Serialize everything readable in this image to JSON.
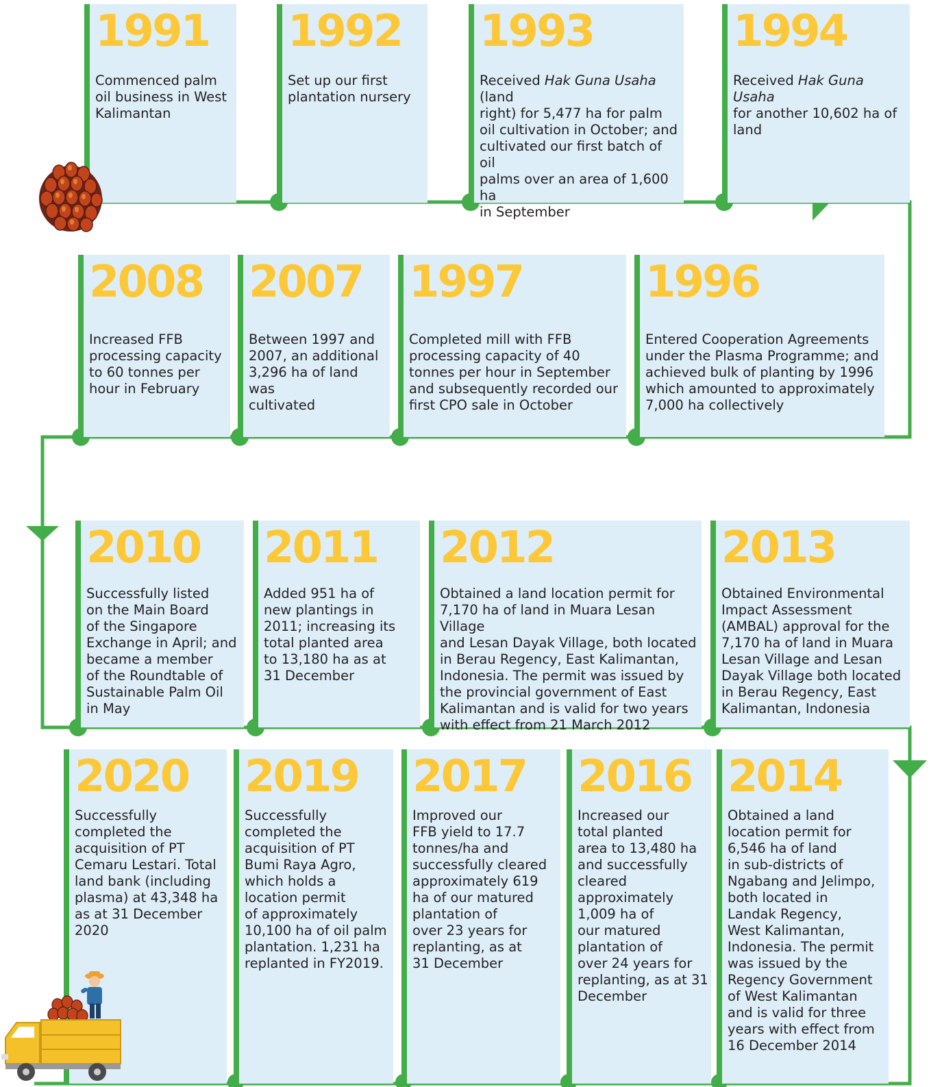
{
  "colors": {
    "line": "#43ad49",
    "card": "#ddeef9",
    "year": "#fdc838",
    "text": "#231f20"
  },
  "icons": {
    "start": "palm-fruit-bunch-icon",
    "end": "farmer-truck-icon"
  },
  "milestones": [
    {
      "year": "1991",
      "parts": [
        {
          "t": "Commenced palm\noil business in West\nKalimantan"
        }
      ]
    },
    {
      "year": "1992",
      "parts": [
        {
          "t": "Set up our first\nplantation nursery"
        }
      ]
    },
    {
      "year": "1993",
      "parts": [
        {
          "t": "Received "
        },
        {
          "t": "Hak Guna Usaha",
          "i": true
        },
        {
          "t": " (land\nright) for 5,477 ha for palm\noil cultivation in October; and\ncultivated our first batch of oil\npalms over an area of 1,600 ha\nin September"
        }
      ]
    },
    {
      "year": "1994",
      "parts": [
        {
          "t": "Received "
        },
        {
          "t": "Hak Guna Usaha",
          "i": true
        },
        {
          "t": "\nfor another 10,602 ha of\nland"
        }
      ]
    },
    {
      "year": "2008",
      "parts": [
        {
          "t": "Increased FFB\nprocessing capacity\nto 60 tonnes per\nhour in February"
        }
      ]
    },
    {
      "year": "2007",
      "parts": [
        {
          "t": "Between 1997 and\n2007, an additional\n3,296 ha of land was\ncultivated"
        }
      ]
    },
    {
      "year": "1997",
      "parts": [
        {
          "t": "Completed mill with FFB\nprocessing capacity of 40\ntonnes per hour in September\nand subsequently recorded our\nfirst CPO sale in October"
        }
      ]
    },
    {
      "year": "1996",
      "parts": [
        {
          "t": "Entered Cooperation Agreements\nunder the Plasma Programme; and\nachieved bulk of planting by 1996\nwhich amounted to approximately\n7,000 ha collectively"
        }
      ]
    },
    {
      "year": "2010",
      "parts": [
        {
          "t": "Successfully listed\non the Main Board\nof the Singapore\nExchange in April; and\nbecame a member\nof the Roundtable of\nSustainable Palm Oil\nin May"
        }
      ]
    },
    {
      "year": "2011",
      "parts": [
        {
          "t": "Added 951 ha of\nnew plantings in\n2011; increasing its\ntotal planted area\nto 13,180 ha as at\n31 December"
        }
      ]
    },
    {
      "year": "2012",
      "parts": [
        {
          "t": "Obtained a land location permit for\n7,170 ha of land in Muara Lesan Village\nand Lesan Dayak Village, both located\nin Berau Regency, East Kalimantan,\nIndonesia. The permit was issued by\nthe provincial government of East\nKalimantan and is valid for two years\nwith effect from 21 March 2012"
        }
      ]
    },
    {
      "year": "2013",
      "parts": [
        {
          "t": "Obtained Environmental\nImpact Assessment\n(AMBAL) approval for the\n7,170 ha of land in Muara\nLesan Village and Lesan\nDayak Village both located\nin Berau Regency, East\nKalimantan, Indonesia"
        }
      ]
    },
    {
      "year": "2020",
      "parts": [
        {
          "t": "Successfully\ncompleted the\nacquisition of PT\nCemaru Lestari. Total\nland bank (including\nplasma) at 43,348 ha\nas at 31 December\n2020"
        }
      ]
    },
    {
      "year": "2019",
      "parts": [
        {
          "t": "Successfully\ncompleted the\nacquisition of PT\nBumi Raya Agro,\nwhich holds a\nlocation permit\nof approximately\n10,100 ha of oil palm\nplantation. 1,231 ha\nreplanted in FY2019."
        }
      ]
    },
    {
      "year": "2017",
      "parts": [
        {
          "t": "Improved our\nFFB yield to 17.7\ntonnes/ha and\nsuccessfully cleared\napproximately 619\nha of our matured\nplantation of\nover 23 years for\nreplanting, as at\n31 December"
        }
      ]
    },
    {
      "year": "2016",
      "parts": [
        {
          "t": "Increased our\ntotal planted\narea to 13,480 ha\nand successfully\ncleared\napproximately\n1,009 ha of\nour matured\nplantation of\nover 24 years for\nreplanting, as at 31\nDecember"
        }
      ]
    },
    {
      "year": "2014",
      "parts": [
        {
          "t": "Obtained a land\nlocation permit for\n6,546 ha of land\nin sub-districts of\nNgabang and Jelimpo,\nboth located in\nLandak Regency,\nWest Kalimantan,\nIndonesia. The permit\nwas issued by the\nRegency Government\nof West Kalimantan\nand is valid for three\nyears with effect from\n16 December 2014"
        }
      ]
    }
  ]
}
